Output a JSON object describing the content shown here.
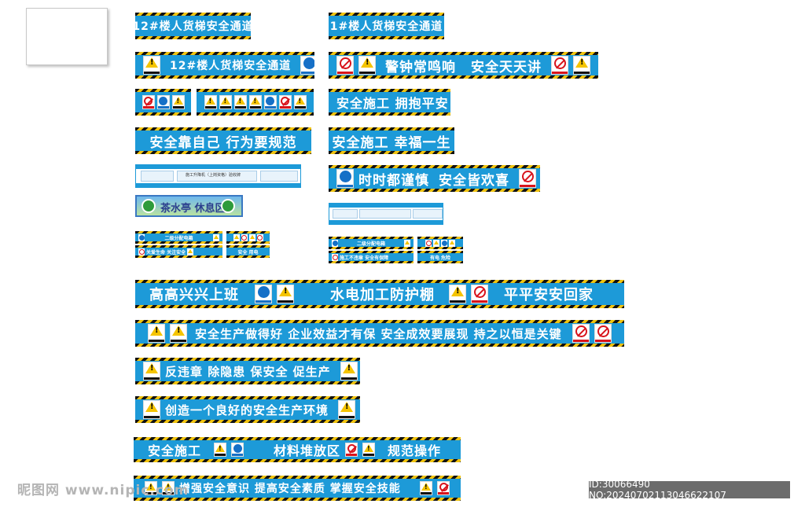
{
  "banners": {
    "b1": "12#楼人货梯安全通道",
    "b2": "1#楼人货梯安全通道",
    "b3": "12#楼人货梯安全通道",
    "b4a": "警钟常鸣响",
    "b4b": "安全天天讲",
    "b6": "安全施工 拥抱平安",
    "b7": "安全靠自己 行为要规范",
    "b8": "安全施工 幸福一生",
    "b9a": "时时都谨慎",
    "b9b": "安全皆欢喜",
    "b10a": "高高兴兴上班",
    "b10b": "水电加工防护棚",
    "b10c": "平平安安回家",
    "b11": "安全生产做得好 企业效益才有保 安全成效要展现 持之以恒是关键",
    "b12": "反违章 除隐患 保安全 促生产",
    "b13": "创造一个良好的安全生产环境",
    "b14a": "安全施工",
    "b14b": "材料堆放区",
    "b14c": "规范操作",
    "b15": "增强安全意识 提高安全素质 掌握安全技能"
  },
  "rest_area": {
    "label": "茶水亭 休息区"
  },
  "small_labels": {
    "s1": "二级分配电箱",
    "s2": "关爱生命 关注安全",
    "s3": "安全 用电",
    "s4": "二级分配电箱",
    "s5": "施工不违章 安全有保障",
    "s6": "有电 危险"
  },
  "mini_panel": {
    "title": "施工升降机（上岗资格）验收牌"
  },
  "watermark": {
    "site": "昵图网 www.nipic.com",
    "id": "ID:30066490 NO:20240702113046622107"
  }
}
